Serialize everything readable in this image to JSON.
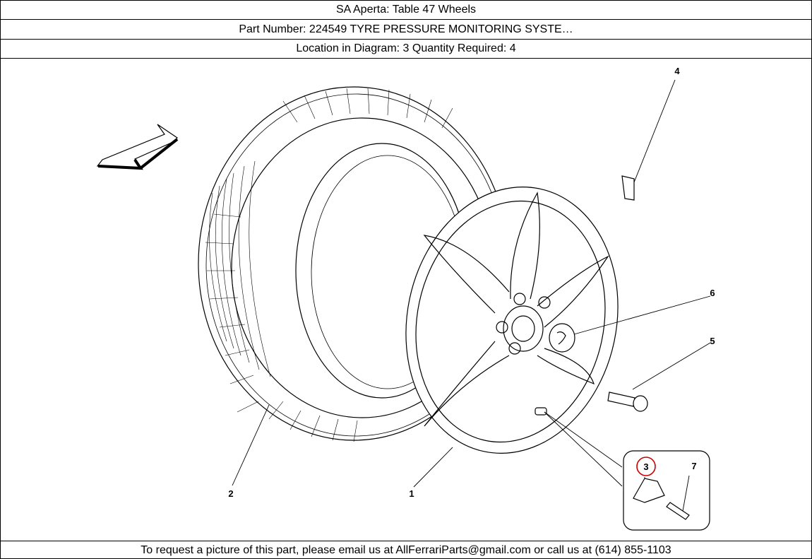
{
  "header": {
    "title": "SA Aperta:   Table 47 Wheels",
    "part_line": "Part Number: 224549   TYRE PRESSURE MONITORING SYSTE…",
    "location_line": "Location in Diagram: 3   Quantity Required: 4"
  },
  "diagram": {
    "callouts": {
      "c1": "1",
      "c2": "2",
      "c3": "3",
      "c4": "4",
      "c5": "5",
      "c6": "6",
      "c7": "7"
    },
    "highlight_color": "#cc0000"
  },
  "footer": {
    "text": "To request a picture of this part, please email us at AllFerrariParts@gmail.com or call us at (614) 855-1103"
  }
}
